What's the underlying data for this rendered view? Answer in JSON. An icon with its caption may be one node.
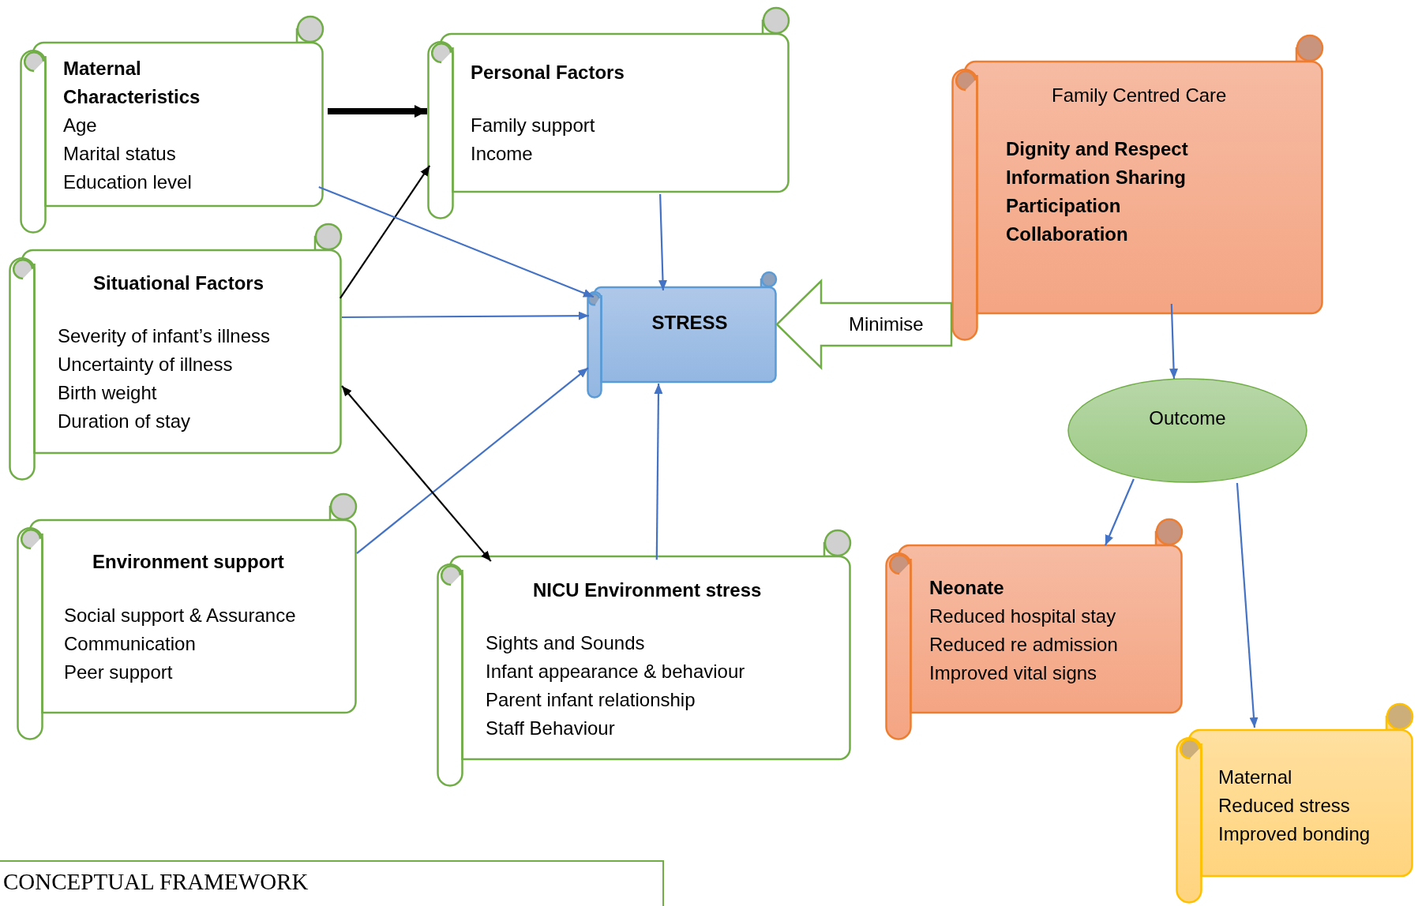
{
  "diagram": {
    "caption": "CONCEPTUAL FRAMEWORK",
    "nodes": [
      {
        "text": [
          "Maternal Characteristics",
          "Age",
          "Marital status",
          "Education level"
        ]
      },
      {
        "text": [
          "Personal Factors",
          "Family support",
          "Income"
        ]
      },
      {
        "text": [
          "Family Centred Care",
          "Dignity and Respect",
          "Information Sharing",
          "Participation",
          "Collaboration"
        ]
      },
      {
        "text": [
          "Situational Factors",
          "Severity of infant’s illness",
          "Uncertainty of illness",
          "Birth weight",
          "Duration of stay"
        ]
      },
      {
        "text": [
          "STRESS"
        ]
      },
      {
        "text": [
          "Outcome"
        ]
      },
      {
        "text": [
          "Environment support",
          "Social support & Assurance",
          "Communication",
          "Peer support"
        ]
      },
      {
        "text": [
          "NICU Environment stress",
          "Sights and Sounds",
          "Infant appearance & behaviour",
          "Parent infant relationship",
          "Staff Behaviour"
        ]
      },
      {
        "text": [
          "Neonate",
          "Reduced hospital stay",
          "Reduced re admission",
          "Improved vital signs"
        ]
      },
      {
        "text": [
          "Maternal",
          "Reduced stress",
          "Improved bonding"
        ]
      }
    ],
    "edges": [
      {
        "from": 0,
        "to": 1,
        "arrow": "to",
        "style": "thick",
        "color": "#000000"
      },
      {
        "from": 3,
        "to": 1,
        "arrow": "to",
        "color": "#000000"
      },
      {
        "from": 0,
        "to": 4,
        "arrow": "to"
      },
      {
        "from": 3,
        "to": 4,
        "arrow": "to"
      },
      {
        "from": 6,
        "to": 4,
        "arrow": "to"
      },
      {
        "from": 1,
        "to": 4,
        "arrow": "to"
      },
      {
        "from": 7,
        "to": 4,
        "arrow": "to"
      },
      {
        "from": 3,
        "to": 7,
        "arrow": "both",
        "color": "#000000"
      },
      {
        "from": 2,
        "to": 4,
        "arrow": "to",
        "label": "Minimise",
        "style": "thick",
        "color": "#70ad47"
      },
      {
        "from": 2,
        "to": 5,
        "arrow": "to"
      },
      {
        "from": 5,
        "to": 8,
        "arrow": "to"
      },
      {
        "from": 5,
        "to": 9,
        "arrow": "to"
      }
    ]
  }
}
